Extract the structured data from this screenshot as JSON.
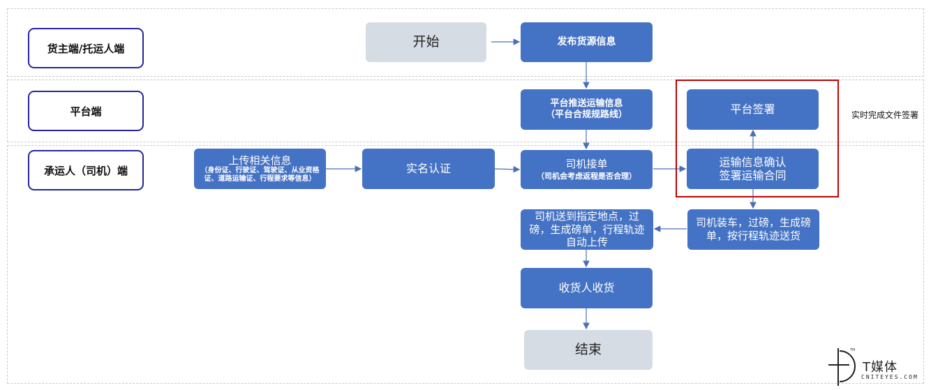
{
  "lanes": {
    "shipper": "货主端/托运人端",
    "platform": "平台端",
    "carrier": "承运人（司机）端"
  },
  "nodes": {
    "start": "开始",
    "publish": "发布货源信息",
    "push": {
      "title": "平台推送运输信息",
      "sub": "（平台合规规路线）"
    },
    "upload": {
      "title": "上传相关信息",
      "sub": "（身份证、行驶证、驾驶证、从业资格证、道路运输证、行程要求等信息）"
    },
    "realname": "实名认证",
    "accept": {
      "title": "司机接单",
      "sub": "（司机会考虑返程是否合理）"
    },
    "confirm": {
      "line1": "运输信息确认",
      "line2": "签署运输合同"
    },
    "sign": "平台签署",
    "load": "司机装车，过磅，生成磅单，按行程轨迹送货",
    "deliver": "司机送到指定地点，过磅，生成磅单，行程轨迹自动上传",
    "receive": "收货人收货",
    "end": "结束"
  },
  "annotation": "实时完成文件签署",
  "logo": {
    "cn": "T媒体",
    "en": "CNITEYES.COM",
    "tm": "TM"
  },
  "colors": {
    "node": "#4472c4",
    "terminal": "#d6dce4",
    "role_border": "#25259a",
    "highlight": "#c00000"
  }
}
